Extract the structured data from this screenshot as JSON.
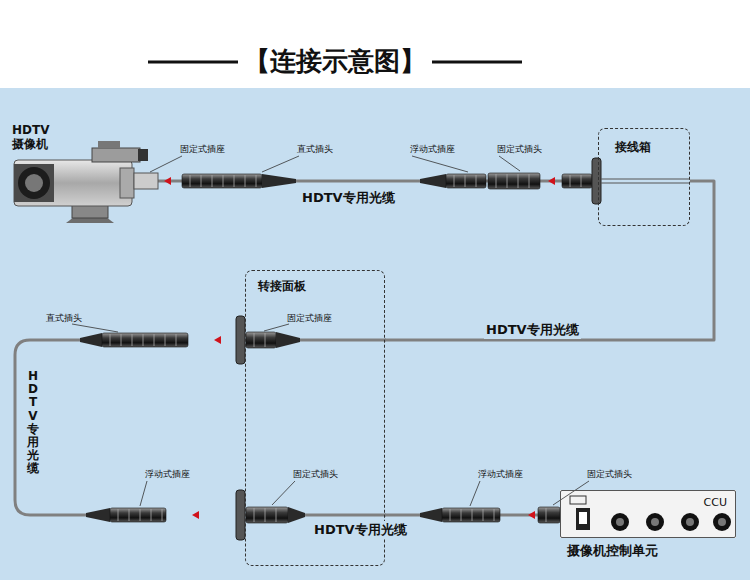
{
  "diagram": {
    "title": "【连接示意图】",
    "nodes": [
      {
        "text": [
          "HDTV 摄像机"
        ]
      },
      {
        "text": [
          "接线箱"
        ]
      },
      {
        "text": [
          "转接面板"
        ]
      },
      {
        "text": [
          "CCU",
          "摄像机控制单元"
        ]
      }
    ],
    "edges": [
      {
        "from": 0,
        "to": 1,
        "arrow": "none",
        "label": "HDTV专用光缆"
      },
      {
        "from": 1,
        "to": 2,
        "arrow": "none",
        "label": "HDTV专用光缆"
      },
      {
        "from": 2,
        "to": 3,
        "arrow": "none",
        "label": "HDTV专用光缆"
      }
    ],
    "labels": [
      "固定式插座",
      "直式插头",
      "浮动式插座",
      "固定式插头",
      "直式插头",
      "固定式插座",
      "HDTV专用光缆",
      "浮动式插座",
      "固定式插头",
      "浮动式插座",
      "固定式插头"
    ]
  }
}
